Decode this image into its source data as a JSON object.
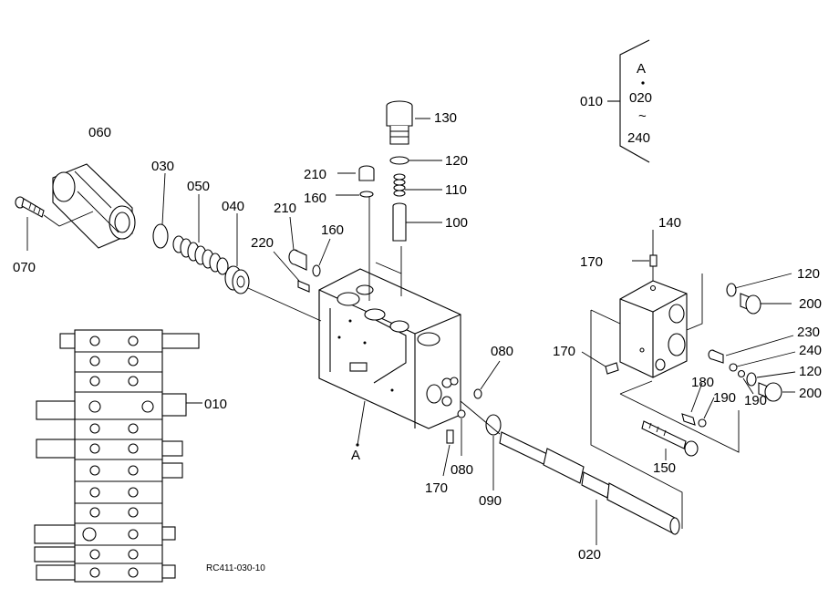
{
  "drawing_code": "RC411-030-10",
  "detail": {
    "letter": "A",
    "parent": "010",
    "first": "020",
    "tilde": "~",
    "last": "240"
  },
  "part_labels": {
    "p060": "060",
    "p030": "030",
    "p050": "050",
    "p040": "040",
    "p070": "070",
    "p130": "130",
    "p120a": "120",
    "p110": "110",
    "p100": "100",
    "p210a": "210",
    "p160a": "160",
    "p210b": "210",
    "p220": "220",
    "p160b": "160",
    "p140": "140",
    "p170a": "170",
    "p120b": "120",
    "p200a": "200",
    "p170b": "170",
    "p230": "230",
    "p240": "240",
    "p120c": "120",
    "p200b": "200",
    "p180": "180",
    "p190a": "190",
    "p190b": "190",
    "p150": "150",
    "p080a": "080",
    "p080b": "080",
    "p170c": "170",
    "p090": "090",
    "p020": "020",
    "pA": "A",
    "p010": "010"
  }
}
